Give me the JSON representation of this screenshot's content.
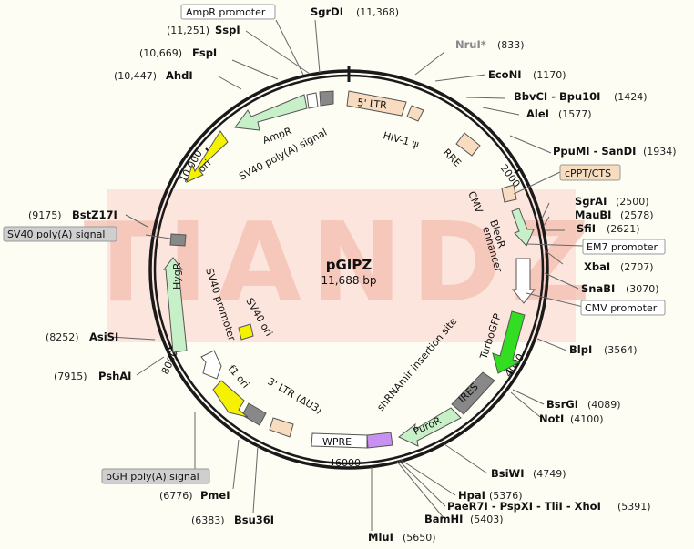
{
  "plasmid": {
    "name": "pGIPZ",
    "size_label": "11,688 bp",
    "watermark": "TIANDZ"
  },
  "ticks": [
    {
      "label": "2000"
    },
    {
      "label": "4000"
    },
    {
      "label": "6000"
    },
    {
      "label": "8000"
    },
    {
      "label": "10,000"
    }
  ],
  "sites": [
    {
      "name": "SgrDI",
      "pos": "(11,368)"
    },
    {
      "name": "SspI",
      "pos": "(11,251)"
    },
    {
      "name": "FspI",
      "pos": "(10,669)"
    },
    {
      "name": "AhdI",
      "pos": "(10,447)"
    },
    {
      "name": "NruI*",
      "pos": "(833)"
    },
    {
      "name": "EcoNI",
      "pos": "(1170)"
    },
    {
      "name": "BbvCI - Bpu10I",
      "pos": "(1424)"
    },
    {
      "name": "AleI",
      "pos": "(1577)"
    },
    {
      "name": "PpuMI - SanDI",
      "pos": "(1934)"
    },
    {
      "name": "SgrAI",
      "pos": "(2500)"
    },
    {
      "name": "MauBI",
      "pos": "(2578)"
    },
    {
      "name": "SfiI",
      "pos": "(2621)"
    },
    {
      "name": "XbaI",
      "pos": "(2707)"
    },
    {
      "name": "SnaBI",
      "pos": "(3070)"
    },
    {
      "name": "BlpI",
      "pos": "(3564)"
    },
    {
      "name": "BsrGI",
      "pos": "(4089)"
    },
    {
      "name": "NotI",
      "pos": "(4100)"
    },
    {
      "name": "BsiWI",
      "pos": "(4749)"
    },
    {
      "name": "HpaI",
      "pos": "(5376)"
    },
    {
      "name": "PaeR7I - PspXI - TliI - XhoI",
      "pos": "(5391)"
    },
    {
      "name": "BamHI",
      "pos": "(5403)"
    },
    {
      "name": "MluI",
      "pos": "(5650)"
    },
    {
      "name": "Bsu36I",
      "pos": "(6383)"
    },
    {
      "name": "PmeI",
      "pos": "(6776)"
    },
    {
      "name": "PshAI",
      "pos": "(7915)"
    },
    {
      "name": "AsiSI",
      "pos": "(8252)"
    },
    {
      "name": "BstZ17I",
      "pos": "(9175)"
    }
  ],
  "boxed_labels": [
    {
      "text": "AmpR promoter"
    },
    {
      "text": "cPPT/CTS"
    },
    {
      "text": "EM7 promoter"
    },
    {
      "text": "CMV promoter"
    },
    {
      "text": "SV40 poly(A) signal"
    },
    {
      "text": "bGH poly(A) signal"
    }
  ],
  "features": [
    {
      "text": "5' LTR"
    },
    {
      "text": "HIV-1 ψ"
    },
    {
      "text": "RRE"
    },
    {
      "text": "BleoR"
    },
    {
      "text": "CMV"
    },
    {
      "text": "enhancer"
    },
    {
      "text": "TurboGFP"
    },
    {
      "text": "shRNAmir insertion site"
    },
    {
      "text": "IRES"
    },
    {
      "text": "PuroR"
    },
    {
      "text": "WPRE"
    },
    {
      "text": "3' LTR (ΔU3)"
    },
    {
      "text": "f1 ori"
    },
    {
      "text": "SV40 promoter"
    },
    {
      "text": "SV40 ori"
    },
    {
      "text": "HygR"
    },
    {
      "text": "ori"
    },
    {
      "text": "AmpR"
    },
    {
      "text": "SV40 poly(A) signal"
    }
  ],
  "colors": {
    "backbone": "#1a1a1a",
    "ltr": "#f7dcc0",
    "ori_yellow": "#f5f200",
    "gfp_green": "#33dd22",
    "resistance": "#c8f0c8",
    "grey_feature": "#888888",
    "wpre_purple": "#c890f0",
    "watermark": "#f9cfc4",
    "box_grey": "#cfcfcf"
  }
}
